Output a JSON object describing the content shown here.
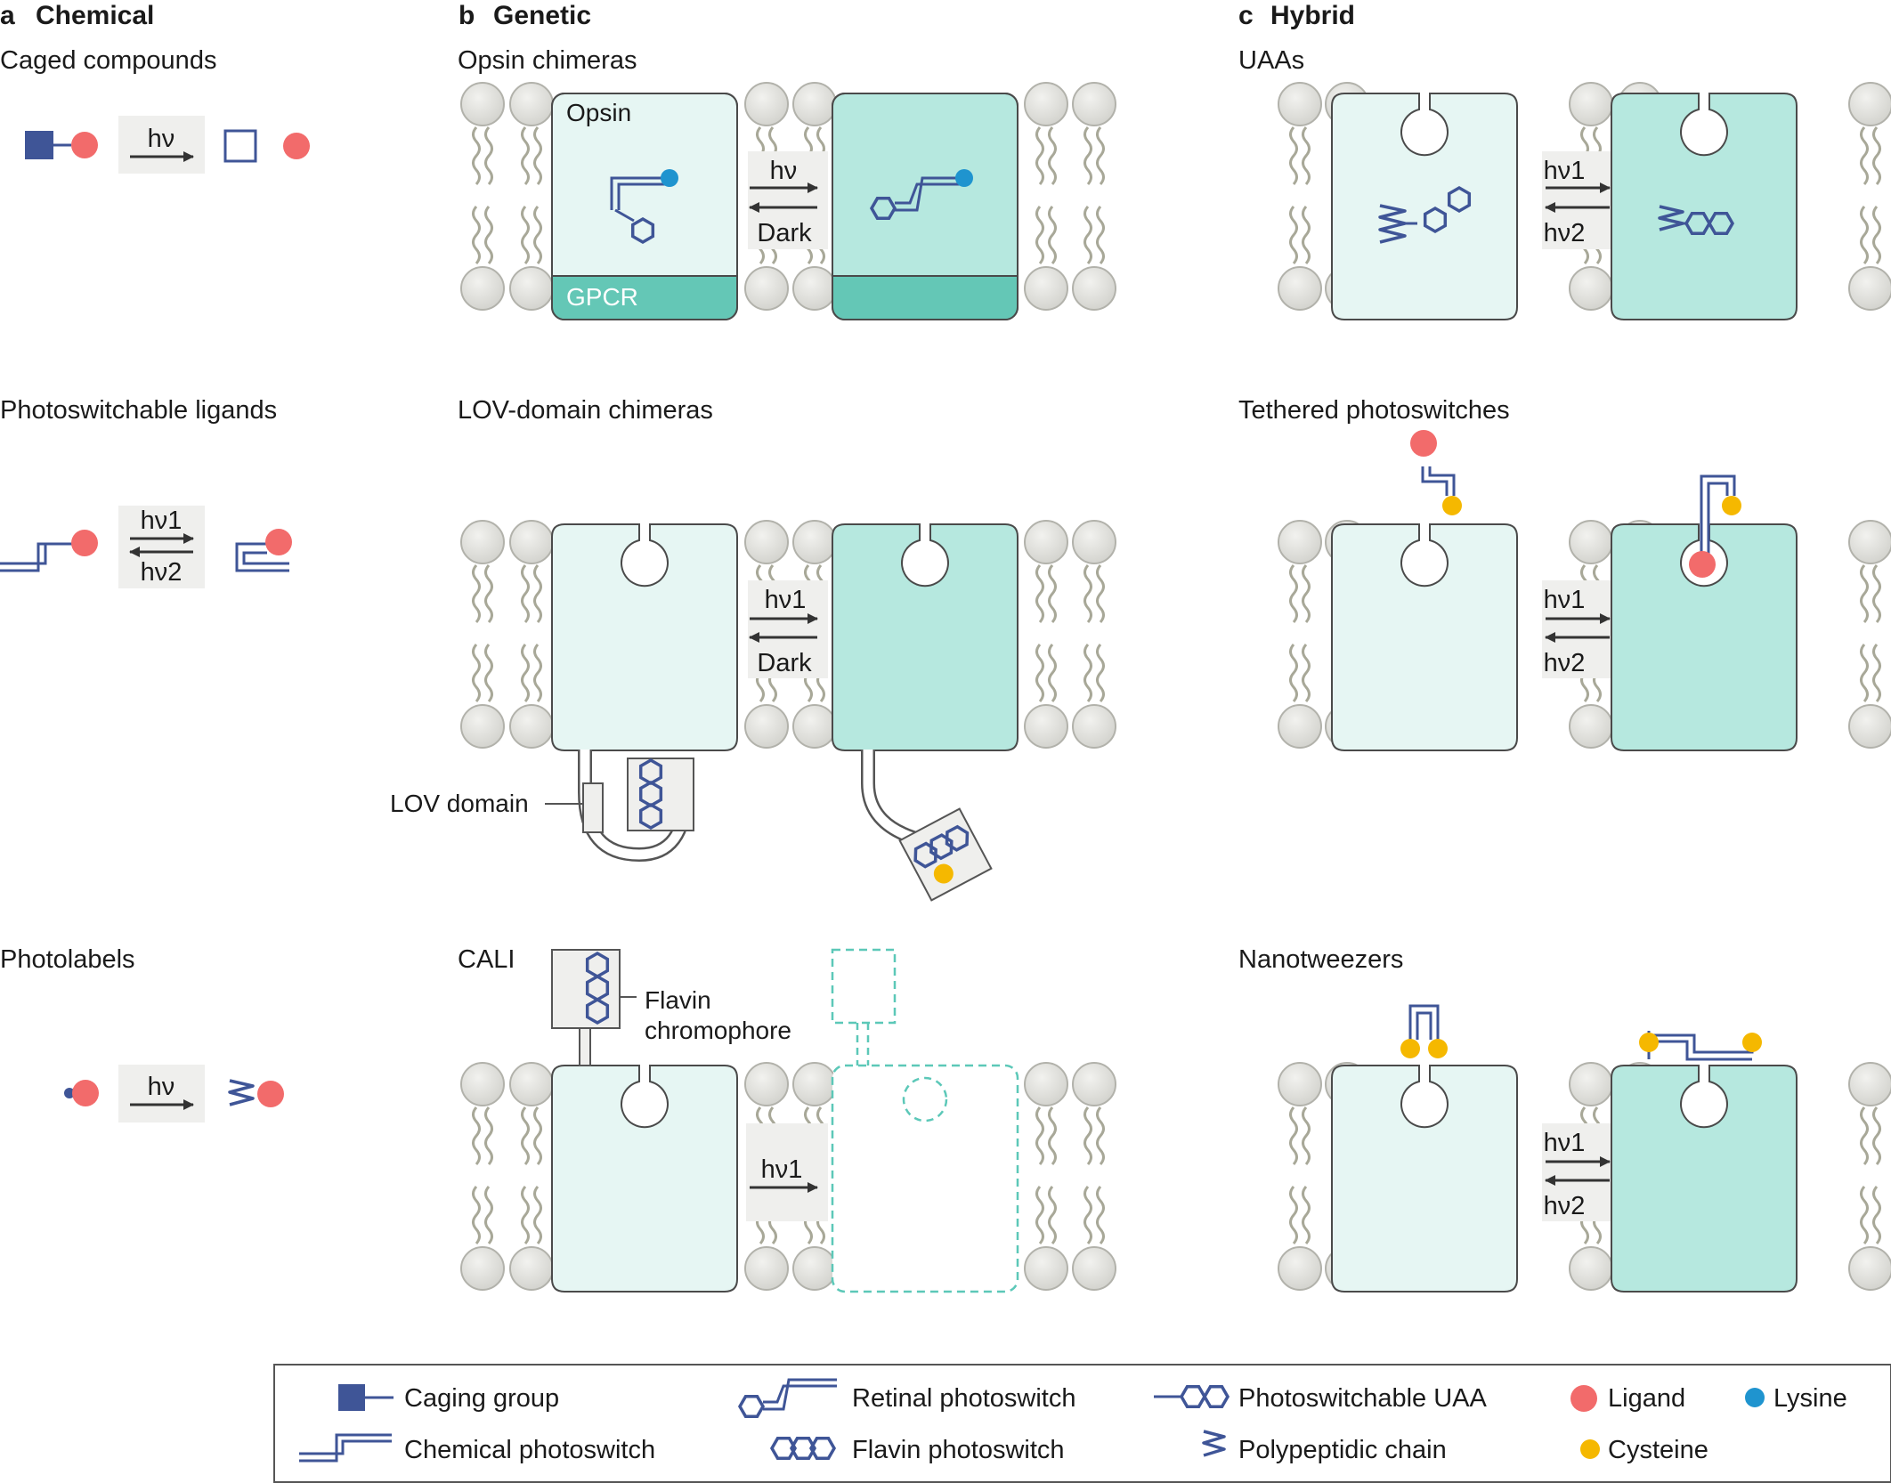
{
  "panels": {
    "a": {
      "letter": "a",
      "title": "Chemical",
      "rows": [
        "Caged compounds",
        "Photoswitchable ligands",
        "Photolabels"
      ]
    },
    "b": {
      "letter": "b",
      "title": "Genetic",
      "rows": [
        "Opsin chimeras",
        "LOV-domain chimeras",
        "CALI"
      ]
    },
    "c": {
      "letter": "c",
      "title": "Hybrid",
      "rows": [
        "UAAs",
        "Tethered photoswitches",
        "Nanotweezers"
      ]
    }
  },
  "labels": {
    "opsin": "Opsin",
    "gpcr": "GPCR",
    "lov_domain": "LOV domain",
    "flavin_1": "Flavin",
    "flavin_2": "chromophore"
  },
  "arrows": {
    "hv": "hν",
    "hv1": "hν1",
    "hv2": "hν2",
    "dark": "Dark"
  },
  "legend": {
    "caging_group": "Caging group",
    "chemical_photoswitch": "Chemical photoswitch",
    "retinal_photoswitch": "Retinal photoswitch",
    "flavin_photoswitch": "Flavin photoswitch",
    "photoswitchable_uaa": "Photoswitchable UAA",
    "polypeptidic_chain": "Polypeptidic chain",
    "ligand": "Ligand",
    "cysteine": "Cysteine",
    "lysine": "Lysine"
  },
  "colors": {
    "protein_light": "#e6f6f3",
    "protein_dark": "#b6e8df",
    "gpcr": "#64c7b6",
    "blue": "#3f5597",
    "ligand": "#f26b6b",
    "cysteine": "#f5b800",
    "lysine": "#1f94cf",
    "lipid": "#e2e2de",
    "arrow_box": "#efefed"
  }
}
